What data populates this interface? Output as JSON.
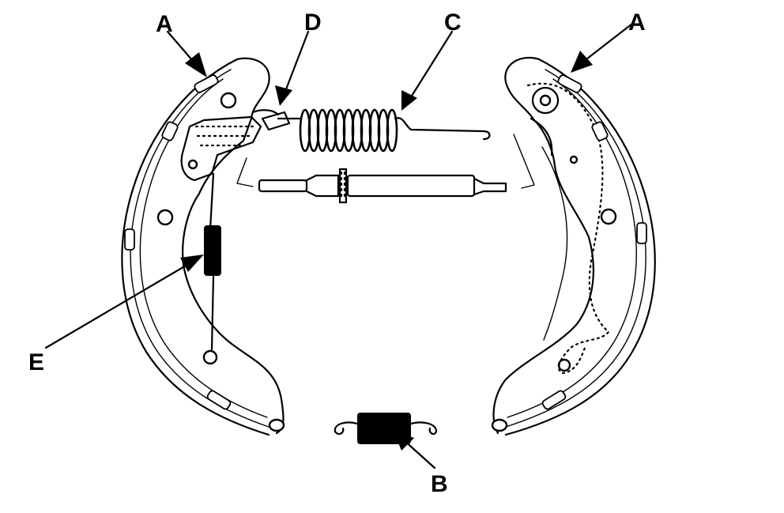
{
  "callouts": {
    "a_left": "A",
    "a_right": "A",
    "b": "B",
    "c": "C",
    "d": "D",
    "e": "E"
  },
  "colors": {
    "line": "#000000",
    "background": "#ffffff"
  }
}
